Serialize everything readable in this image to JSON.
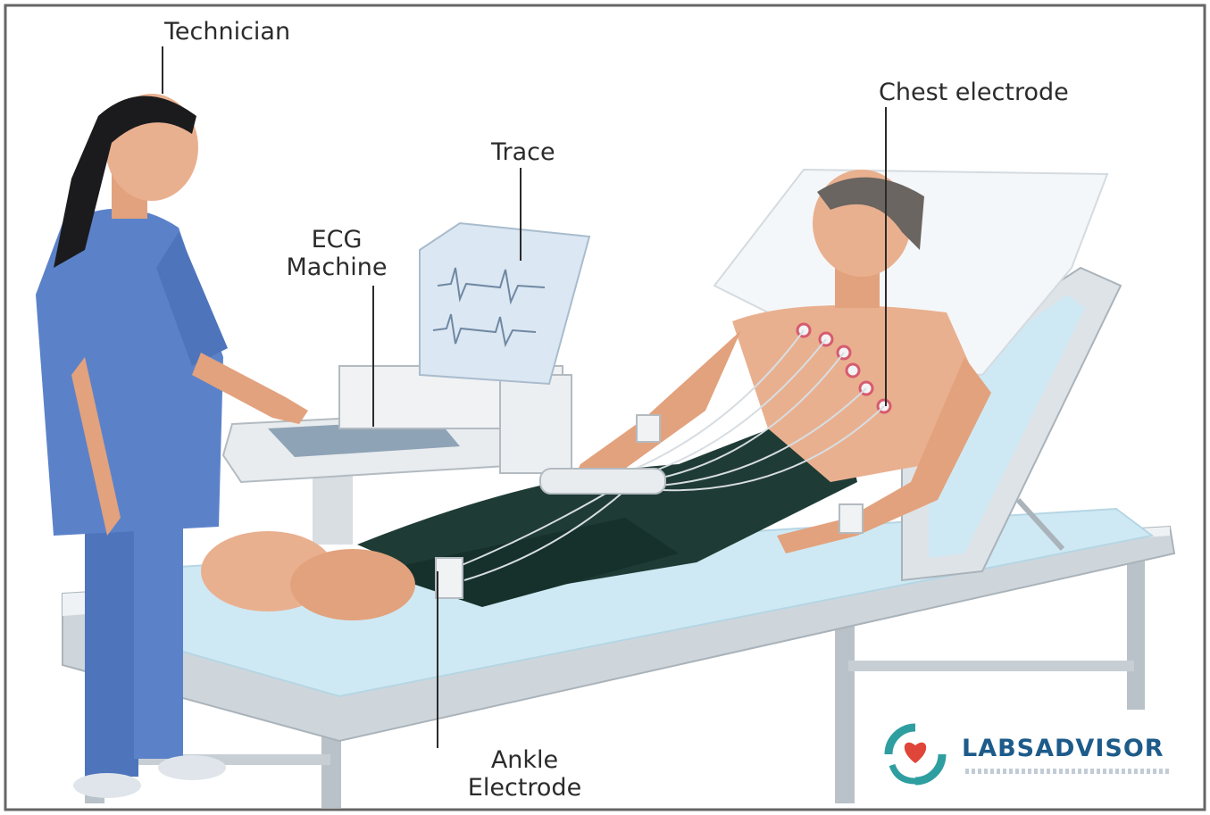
{
  "labels": {
    "technician": "Technician",
    "trace": "Trace",
    "ecg_line1": "ECG",
    "ecg_line2": "Machine",
    "chest_electrode": "Chest electrode",
    "ankle_line1": "Ankle",
    "ankle_line2": "Electrode"
  },
  "brand": {
    "name": "LABSADVISOR",
    "logo": "heart-in-hands-logo"
  },
  "colors": {
    "scrubs": "#5b82c9",
    "pants": "#1f3b35",
    "skin": "#e9b08f",
    "bed": "#e6ebef",
    "mattress": "#cfe9f4",
    "brand_teal": "#2f9ea0",
    "brand_red": "#e0453a",
    "brand_text": "#1d5b8a"
  }
}
